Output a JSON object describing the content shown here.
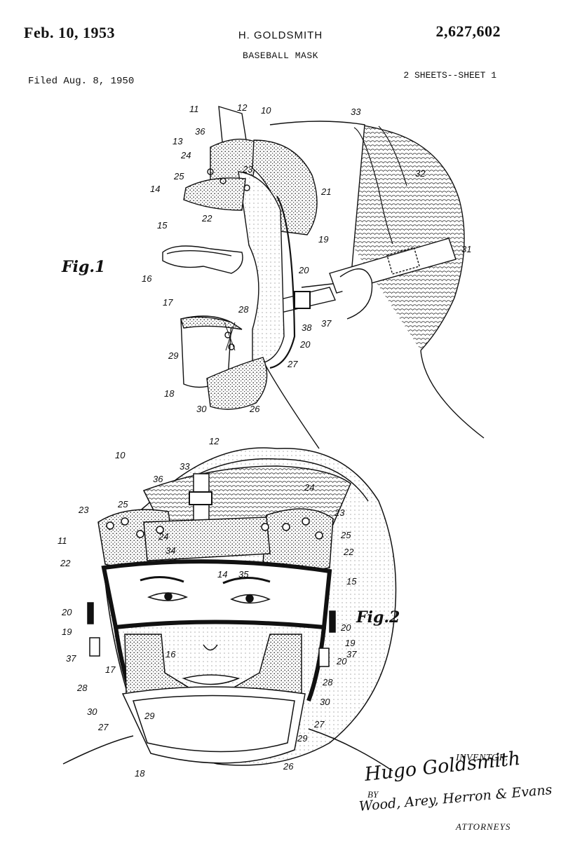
{
  "header": {
    "date": "Feb. 10, 1953",
    "inventor_name": "H. GOLDSMITH",
    "patent_number": "2,627,602",
    "title": "BASEBALL MASK",
    "filed": "Filed Aug. 8, 1950",
    "sheets": "2 SHEETS--SHEET 1"
  },
  "figures": {
    "fig1_label": "Fig.1",
    "fig2_label": "Fig.2",
    "fig1_refs": [
      "11",
      "12",
      "10",
      "36",
      "13",
      "24",
      "23",
      "25",
      "14",
      "21",
      "22",
      "15",
      "19",
      "16",
      "20",
      "17",
      "28",
      "29",
      "18",
      "30",
      "26",
      "27",
      "20",
      "38",
      "37",
      "31",
      "32",
      "33"
    ],
    "fig2_refs": [
      "10",
      "12",
      "33",
      "36",
      "24",
      "23",
      "25",
      "24",
      "23",
      "25",
      "11",
      "22",
      "34",
      "14",
      "35",
      "22",
      "15",
      "20",
      "16",
      "20",
      "19",
      "19",
      "37",
      "37",
      "20",
      "17",
      "28",
      "28",
      "30",
      "30",
      "29",
      "27",
      "27",
      "29",
      "18",
      "26"
    ]
  },
  "footer": {
    "inventor_label": "INVENTOR.",
    "inventor_signature": "Hugo Goldsmith",
    "by": "BY",
    "attorneys_signature": "Wood, Arey, Herron & Evans",
    "attorneys_label": "ATTORNEYS"
  }
}
